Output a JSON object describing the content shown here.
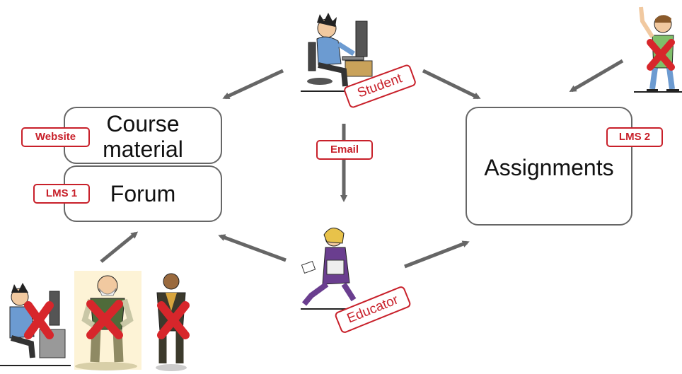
{
  "boxes": {
    "course_material": "Course material",
    "course_material_line1": "Course",
    "course_material_line2": "material",
    "forum": "Forum",
    "assignments": "Assignments"
  },
  "tags": {
    "website": "Website",
    "lms1": "LMS 1",
    "lms2": "LMS 2",
    "email": "Email",
    "student": "Student",
    "educator": "Educator"
  },
  "colors": {
    "tag_red": "#c8202a",
    "cross_red": "#d7262b",
    "arrow_gray": "#666666",
    "box_border": "#666666"
  }
}
